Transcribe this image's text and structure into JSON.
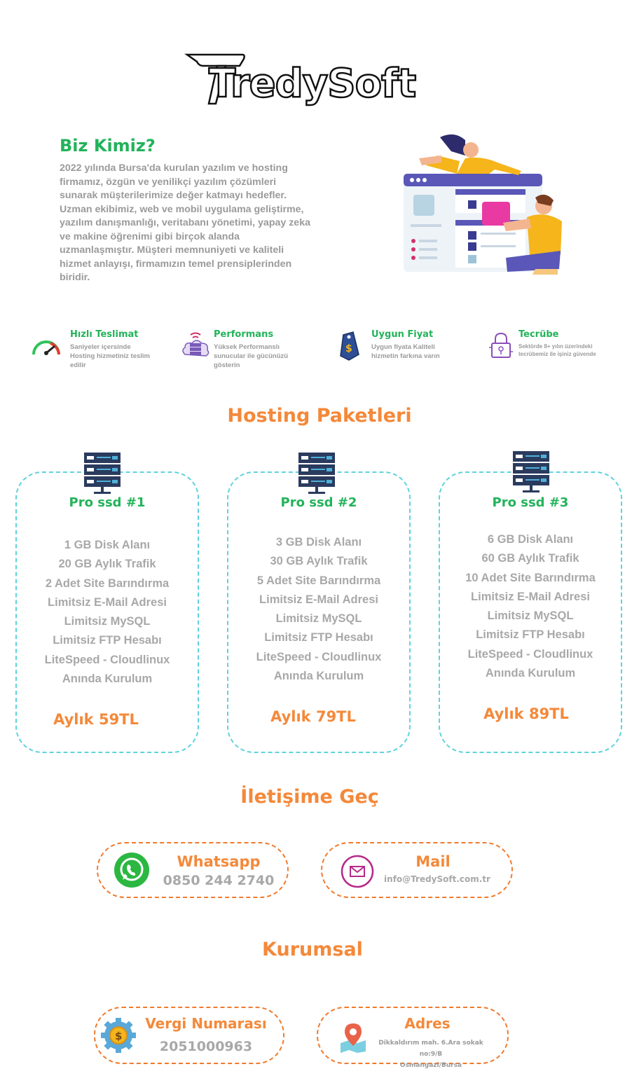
{
  "brand": {
    "name": "TredySoft"
  },
  "about": {
    "title": "Biz Kimiz?",
    "text": "2022 yılında Bursa'da kurulan yazılım ve hosting firmamız, özgün ve yenilikçi yazılım çözümleri sunarak müşterilerimize değer katmayı hedefler. Uzman ekibimiz, web ve mobil uygulama geliştirme, yazılım danışmanlığı, veritabanı yönetimi, yapay zeka ve makine öğrenimi gibi birçok alanda uzmanlaşmıştır. Müşteri memnuniyeti ve kaliteli hizmet anlayışı, firmamızın temel prensiplerinden biridir."
  },
  "features": [
    {
      "title": "Hızlı Teslimat",
      "desc": "Saniyeler içersinde Hosting hizmetiniz teslim edilir",
      "icon": "speedometer-icon"
    },
    {
      "title": "Performans",
      "desc": "Yüksek Performanslı sunucular  ile gücünüzü gösterin",
      "icon": "cloud-server-icon"
    },
    {
      "title": "Uygun Fiyat",
      "desc": "Uygun fiyata Kaliteli hizmetin farkına varın",
      "icon": "price-tag-icon"
    },
    {
      "title": "Tecrübe",
      "desc": "Sektörde 8+ yılın üzerindeki tecrübemiz ile işiniz güvende",
      "icon": "padlock-circuit-icon"
    }
  ],
  "packages_section": {
    "title": "Hosting Paketleri"
  },
  "packages": [
    {
      "name": "Pro ssd #1",
      "features": [
        "1 GB Disk Alanı",
        "20 GB Aylık Trafik",
        "2 Adet Site Barındırma",
        "Limitsiz E-Mail Adresi",
        "Limitsiz MySQL",
        "Limitsiz FTP Hesabı",
        "LiteSpeed - Cloudlinux",
        "Anında Kurulum"
      ],
      "price": "Aylık 59TL"
    },
    {
      "name": "Pro ssd #2",
      "features": [
        "3 GB Disk Alanı",
        "30 GB Aylık Trafik",
        "5 Adet Site Barındırma",
        "Limitsiz E-Mail Adresi",
        "Limitsiz MySQL",
        "Limitsiz FTP Hesabı",
        "LiteSpeed - Cloudlinux",
        "Anında Kurulum"
      ],
      "price": "Aylık 79TL"
    },
    {
      "name": "Pro ssd #3",
      "features": [
        "6 GB Disk Alanı",
        "60 GB Aylık Trafik",
        "10 Adet Site Barındırma",
        "Limitsiz E-Mail Adresi",
        "Limitsiz MySQL",
        "Limitsiz FTP Hesabı",
        "LiteSpeed - Cloudlinux",
        "Anında Kurulum"
      ],
      "price": "Aylık 89TL"
    }
  ],
  "contact_section": {
    "title": "İletişime Geç"
  },
  "contact": {
    "whatsapp": {
      "title": "Whatsapp",
      "value": "0850 244 2740"
    },
    "mail": {
      "title": "Mail",
      "value": "info@TredySoft.com.tr"
    }
  },
  "corporate_section": {
    "title": "Kurumsal"
  },
  "corporate": {
    "tax": {
      "title": "Vergi Numarası",
      "value": "2051000963"
    },
    "address": {
      "title": "Adres",
      "line1": "Dikkaldırım mah. 6.Ara sokak no:9/B",
      "line2": "Osmangazi/Bursa"
    }
  },
  "colors": {
    "green": "#22b35a",
    "orange": "#f4893a",
    "card_border": "#5fd3dc",
    "pill_border": "#f07a2e",
    "gray_text": "#a8a8a8"
  }
}
